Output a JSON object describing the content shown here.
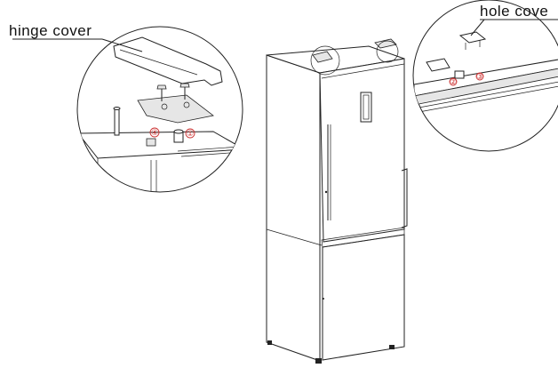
{
  "labels": {
    "hinge_cover": "hinge cover",
    "hole_cover": "hole cove"
  },
  "callouts": {
    "left_step_4": "④",
    "left_step_1": "①",
    "right_step_2": "②",
    "right_step_3": "③"
  },
  "colors": {
    "line": "#222222",
    "callout": "#cc3333",
    "background": "#ffffff"
  }
}
